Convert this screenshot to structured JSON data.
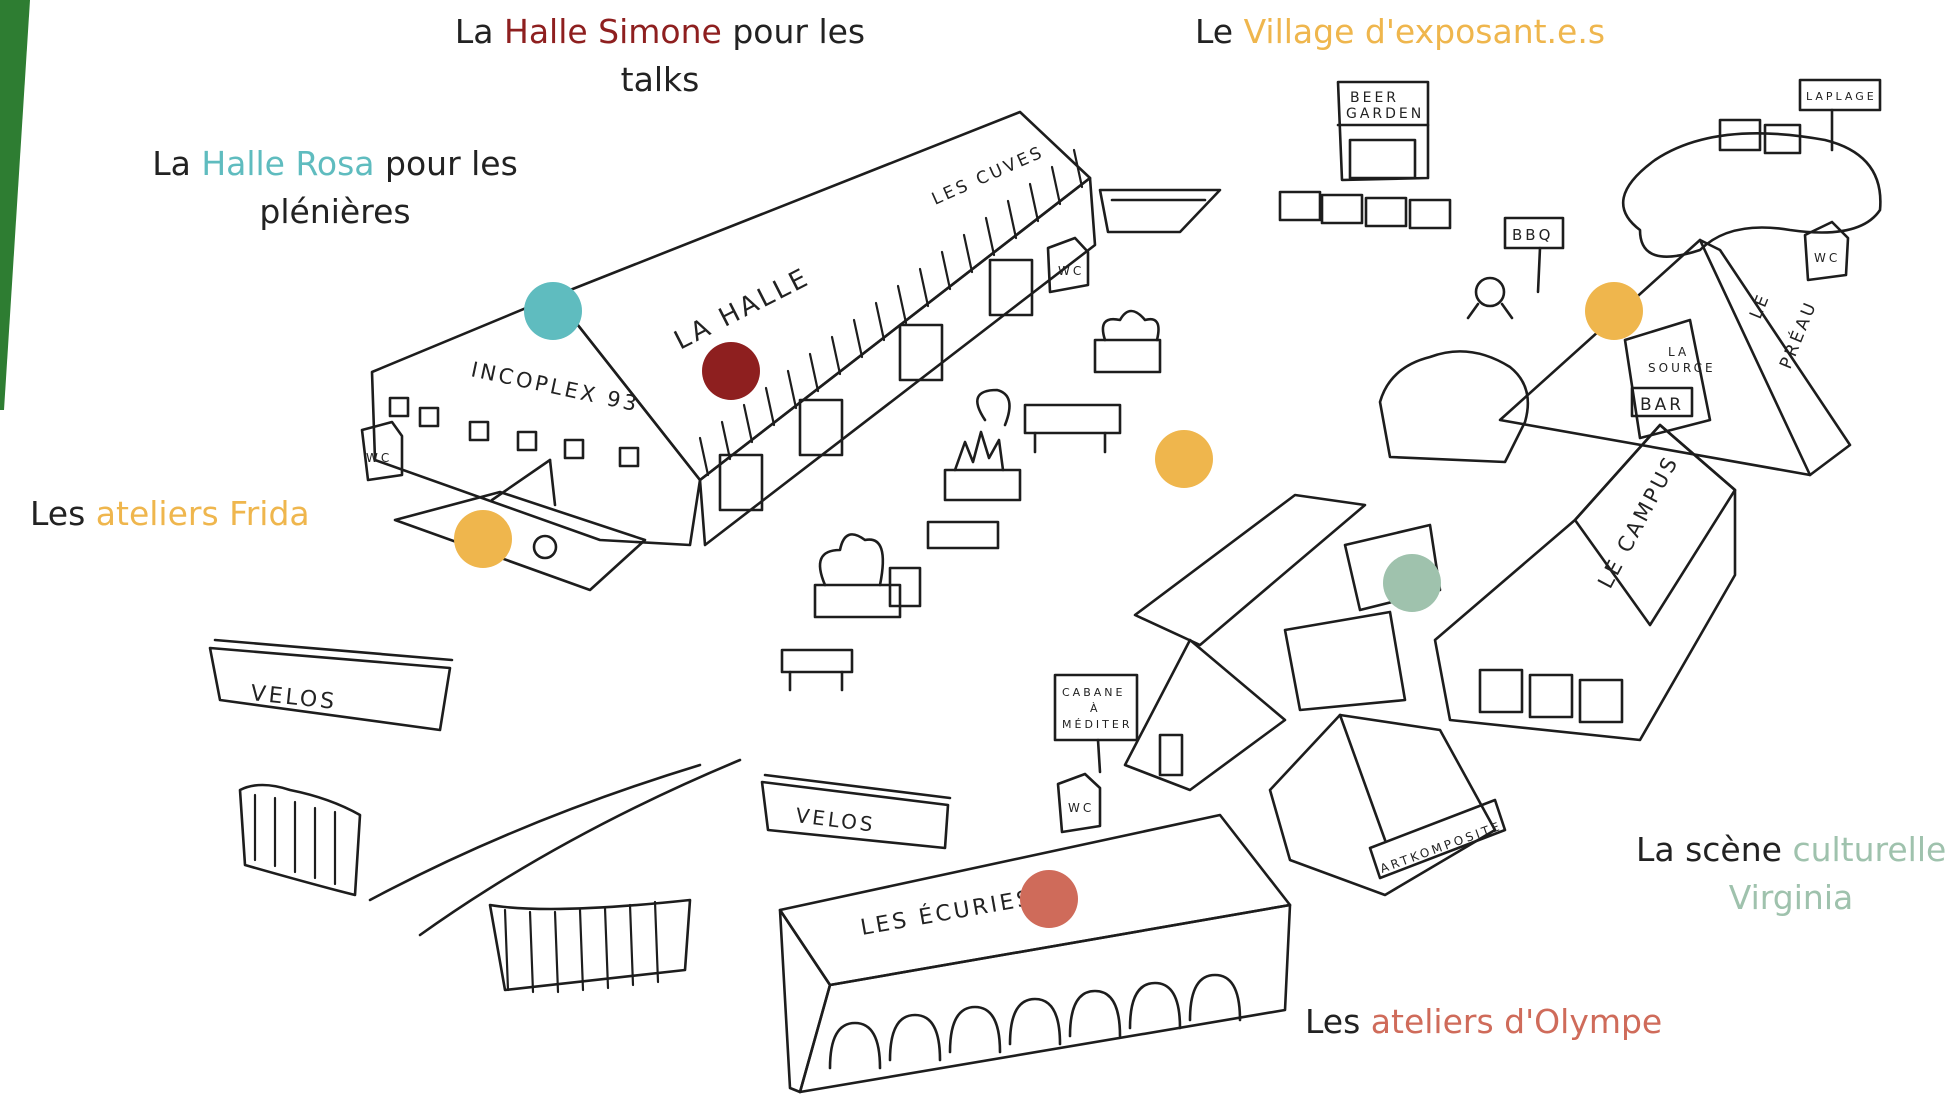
{
  "colors": {
    "edge_green": "#2e7d32",
    "simone": "#8e1f1f",
    "rosa": "#5fbcbf",
    "frida": "#efb64d",
    "exposants": "#efb64d",
    "culture": "#9fc2ad",
    "olympe": "#cf6b5a"
  },
  "labels": {
    "simone": {
      "prefix": "La ",
      "accent": "Halle Simone",
      "suffix": " pour les",
      "line2": "talks"
    },
    "exposants": {
      "prefix": "Le ",
      "accent": "Village d'exposant.e.s"
    },
    "rosa": {
      "prefix": "La ",
      "accent": "Halle Rosa",
      "suffix": " pour les",
      "line2": "plénières"
    },
    "frida": {
      "prefix": "Les ",
      "accent": "ateliers Frida"
    },
    "culture": {
      "prefix": "La scène ",
      "accent": "culturelle",
      "line2": "Virginia"
    },
    "olympe": {
      "prefix": "Les ",
      "accent": "ateliers d'Olympe"
    }
  },
  "map_text": {
    "la_halle": "LA HALLE",
    "les_cuves": "LES CUVES",
    "incoplex": "INCOPLEX 93",
    "wc": "WC",
    "beer_garden_1": "BEER",
    "beer_garden_2": "GARDEN",
    "laplage": "LAPLAGE",
    "bbq": "BBQ",
    "le_preau_1": "LE",
    "le_preau_2": "PRÉAU",
    "la_source_1": "LA",
    "la_source_2": "SOURCE",
    "bar": "BAR",
    "le_campus": "LE CAMPUS",
    "velos": "VELOS",
    "cabane_1": "CABANE",
    "cabane_2": "À",
    "cabane_3": "MÉDITER",
    "artkomposite": "ARTKOMPOSITE",
    "les_ecuries": "LES ÉCURIES"
  }
}
